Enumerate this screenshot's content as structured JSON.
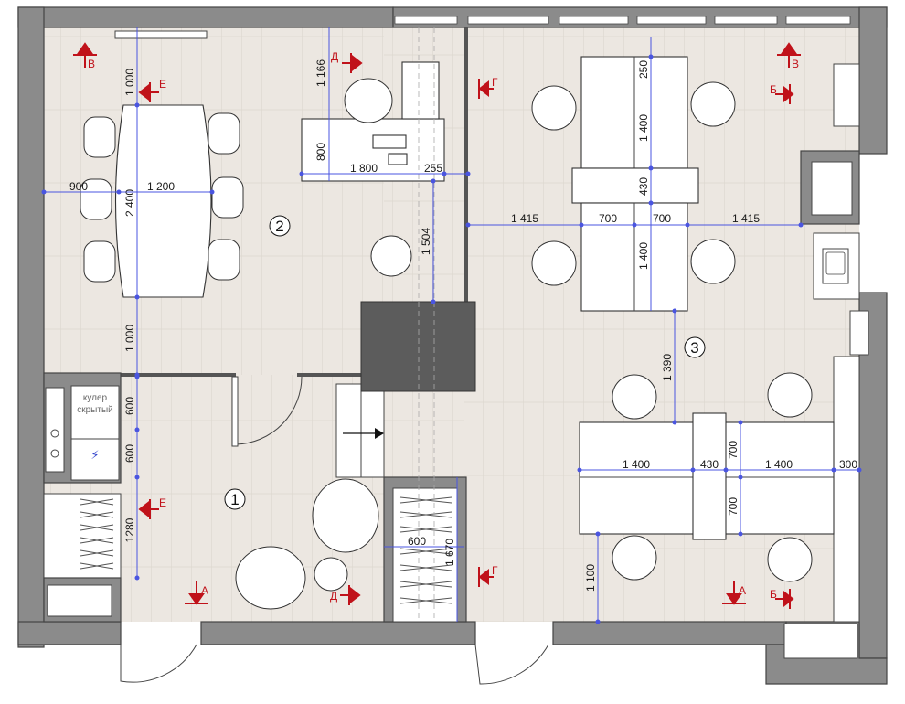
{
  "rooms": [
    {
      "number": "1"
    },
    {
      "number": "2"
    },
    {
      "number": "3"
    }
  ],
  "labels": {
    "cooler_line1": "кулер",
    "cooler_line2": "скрытый",
    "bolt": "⚡"
  },
  "section_marks": {
    "A": "А",
    "B": "Б",
    "V": "В",
    "G": "Г",
    "D": "Д",
    "E": "Е"
  },
  "dimensions": {
    "d1000_top": "1 000",
    "d2400": "2 400",
    "d1000_bottom": "1 000",
    "d900": "900",
    "d1200": "1 200",
    "d1166": "1 166",
    "d800": "800",
    "d1800": "1 800",
    "d255": "255",
    "d1504": "1 504",
    "d600_a": "600",
    "d600_b": "600",
    "d1280": "1280",
    "d600_c": "600",
    "d1670": "1 670",
    "d250": "250",
    "d1400_a": "1 400",
    "d430_a": "430",
    "d1415_l": "1 415",
    "d700_l": "700",
    "d700_r": "700",
    "d1415_r": "1 415",
    "d1400_b": "1 400",
    "d1390": "1 390",
    "d1400_c": "1 400",
    "d430_b": "430",
    "d1400_d": "1 400",
    "d300": "300",
    "d700_c": "700",
    "d700_d": "700",
    "d1100": "1 100"
  },
  "colors": {
    "floor": "#ece7e1",
    "wall": "#8b8b8b",
    "column": "#5c5c5c",
    "dimension": "#4a55e0",
    "section": "#c0121a"
  }
}
